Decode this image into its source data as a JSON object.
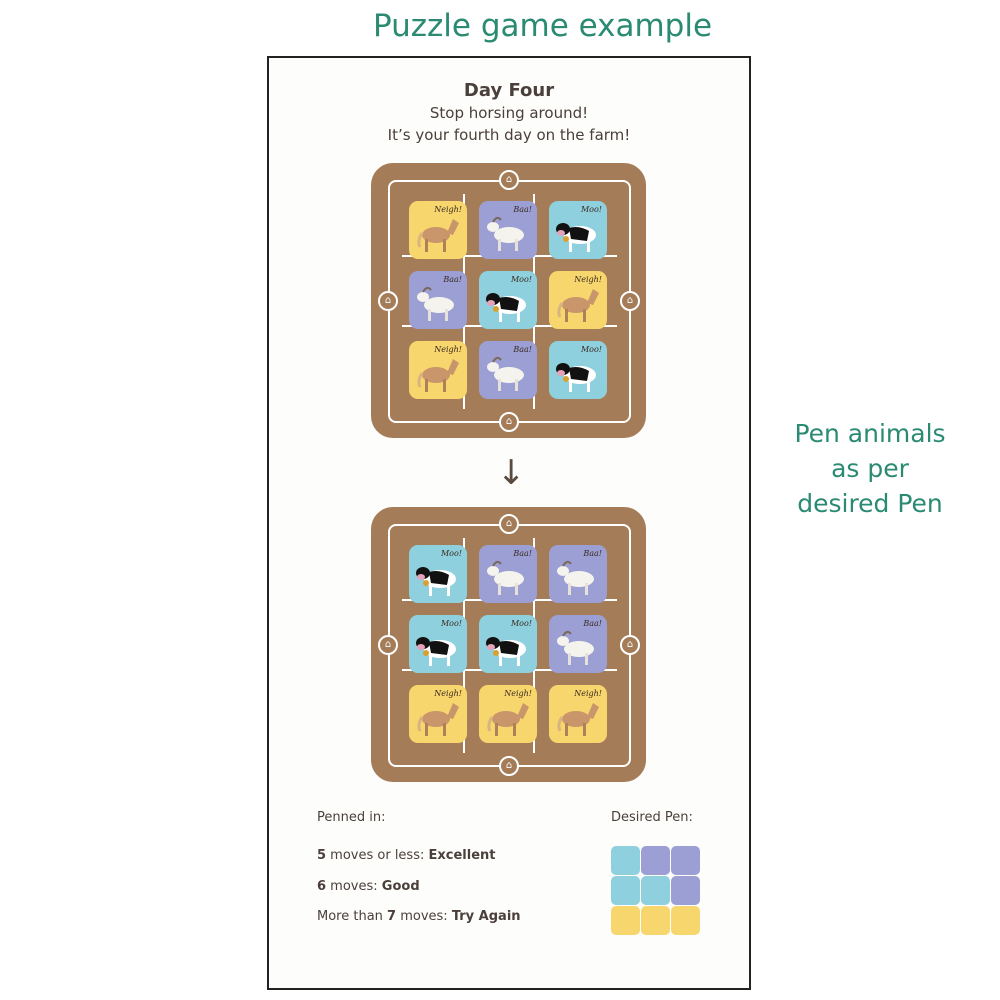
{
  "heading": "Puzzle game example",
  "side_note": [
    "Pen animals",
    "as per",
    "desired Pen"
  ],
  "level": {
    "title": "Day Four",
    "subtitle1": "Stop horsing around!",
    "subtitle2": "It’s your fourth day on the farm!"
  },
  "animals": {
    "horse": {
      "label": "Neigh!",
      "color": "#f7d66e"
    },
    "goat": {
      "label": "Baa!",
      "color": "#9b9fd4"
    },
    "cow": {
      "label": "Moo!",
      "color": "#8fd0de"
    }
  },
  "board_start": [
    [
      "horse",
      "goat",
      "cow"
    ],
    [
      "goat",
      "cow",
      "horse"
    ],
    [
      "horse",
      "goat",
      "cow"
    ]
  ],
  "board_goal": [
    [
      "cow",
      "goat",
      "goat"
    ],
    [
      "cow",
      "cow",
      "goat"
    ],
    [
      "horse",
      "horse",
      "horse"
    ]
  ],
  "scoring": {
    "title": "Penned in:",
    "rows": [
      {
        "n": "5",
        "mid": " moves or less: ",
        "rating": "Excellent"
      },
      {
        "n": "6",
        "mid": " moves: ",
        "rating": "Good"
      },
      {
        "pre": "More than ",
        "n": "7",
        "mid": " moves: ",
        "rating": "Try Again"
      }
    ]
  },
  "desired_pen": {
    "title": "Desired Pen:",
    "grid": [
      [
        "cow",
        "goat",
        "goat"
      ],
      [
        "cow",
        "cow",
        "goat"
      ],
      [
        "horse",
        "horse",
        "horse"
      ]
    ]
  }
}
